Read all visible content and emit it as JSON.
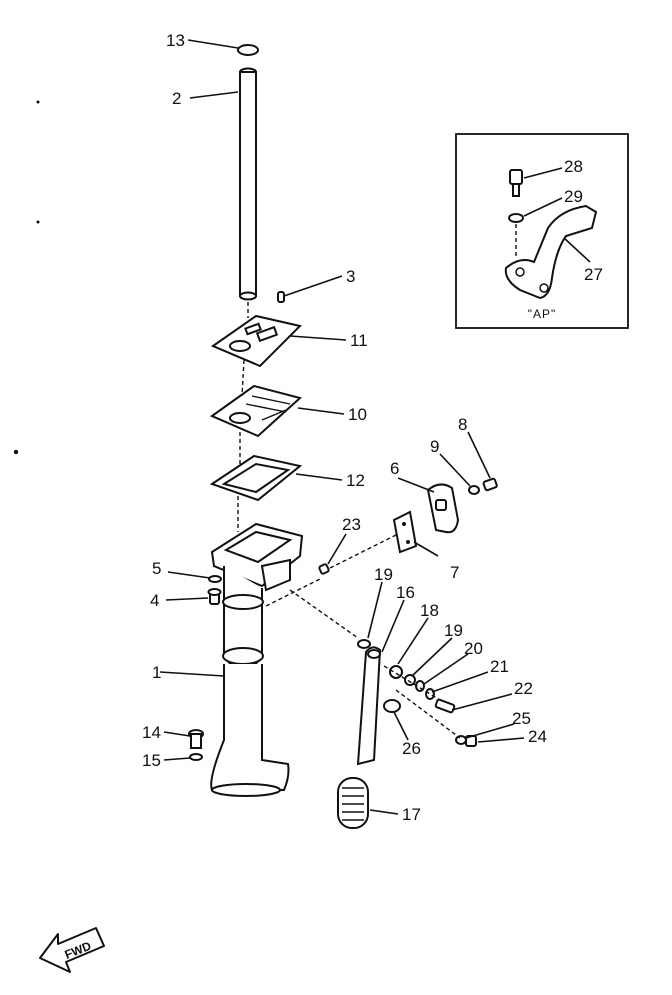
{
  "labels": {
    "p1": "1",
    "p2": "2",
    "p3": "3",
    "p4": "4",
    "p5": "5",
    "p6": "6",
    "p7": "7",
    "p8": "8",
    "p9": "9",
    "p10": "10",
    "p11": "11",
    "p12": "12",
    "p13": "13",
    "p14": "14",
    "p15": "15",
    "p16": "16",
    "p17": "17",
    "p18": "18",
    "p19a": "19",
    "p19b": "19",
    "p20": "20",
    "p21": "21",
    "p22": "22",
    "p23": "23",
    "p24": "24",
    "p25": "25",
    "p26": "26",
    "p27": "27",
    "p28": "28",
    "p29": "29"
  },
  "inset": {
    "title": "\"AP\""
  },
  "fwd": {
    "label": "FWD"
  }
}
